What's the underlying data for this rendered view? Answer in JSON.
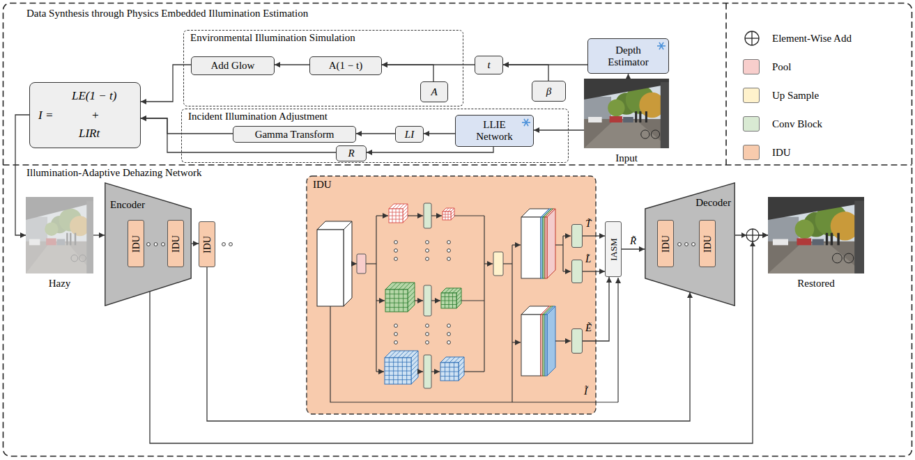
{
  "diagram": {
    "nodes": [
      {
        "text": [
          "Environmental Illumination Simulation"
        ]
      },
      {
        "text": [
          "Add Glow"
        ],
        "in": 0
      },
      {
        "text": [
          "A(1 − t)"
        ],
        "in": 0
      },
      {
        "text": [
          "A"
        ],
        "in": 0
      },
      {
        "text": [
          "t"
        ]
      },
      {
        "text": [
          "Depth Estimator"
        ]
      },
      {
        "text": [
          "β"
        ]
      },
      {
        "text": [
          "I =",
          "LE(1 − t)",
          "+",
          "LIRt"
        ]
      },
      {
        "text": [
          "Incident Illumination Adjustment"
        ]
      },
      {
        "text": [
          "Gamma Transform"
        ],
        "in": 8
      },
      {
        "text": [
          "LI"
        ],
        "in": 8
      },
      {
        "text": [
          "LLIE Network"
        ],
        "in": 8
      },
      {
        "text": [
          "R"
        ],
        "in": 8
      },
      {
        "text": [
          "Input"
        ]
      },
      {
        "text": [
          "Hazy"
        ]
      },
      {
        "text": [
          "Encoder"
        ]
      },
      {
        "text": [
          "IDU"
        ],
        "in": 15
      },
      {
        "text": [
          "IDU"
        ],
        "in": 15
      },
      {
        "text": [
          "IDU"
        ]
      },
      {
        "text": [
          "IDU"
        ]
      },
      {
        "text": [
          "T̃"
        ],
        "in": 19
      },
      {
        "text": [
          "L̃"
        ],
        "in": 19
      },
      {
        "text": [
          "Ẽ"
        ],
        "in": 19
      },
      {
        "text": [
          "IASM"
        ]
      },
      {
        "text": [
          "Decoder"
        ]
      },
      {
        "text": [
          "IDU"
        ],
        "in": 24
      },
      {
        "text": [
          "IDU"
        ],
        "in": 24
      },
      {
        "text": [
          "Restored"
        ]
      }
    ],
    "edges": [
      {
        "from": 5,
        "to": 4,
        "arrow": "to"
      },
      {
        "from": 6,
        "to": 4,
        "arrow": "to"
      },
      {
        "from": 4,
        "to": 2,
        "arrow": "to"
      },
      {
        "from": 3,
        "to": 2,
        "arrow": "to"
      },
      {
        "from": 2,
        "to": 1,
        "arrow": "to"
      },
      {
        "from": 1,
        "to": 7,
        "arrow": "to"
      },
      {
        "from": 13,
        "to": 5,
        "arrow": "to"
      },
      {
        "from": 13,
        "to": 11,
        "arrow": "to"
      },
      {
        "from": 11,
        "to": 10,
        "arrow": "to"
      },
      {
        "from": 10,
        "to": 9,
        "arrow": "to"
      },
      {
        "from": 9,
        "to": 7,
        "arrow": "to"
      },
      {
        "from": 11,
        "to": 12,
        "arrow": "to"
      },
      {
        "from": 12,
        "to": 7,
        "arrow": "to"
      },
      {
        "from": 7,
        "to": 14,
        "arrow": "to"
      },
      {
        "from": 14,
        "to": 15,
        "arrow": "to"
      },
      {
        "from": 15,
        "to": 18,
        "arrow": "to"
      },
      {
        "from": 15,
        "to": 27,
        "arrow": "to"
      },
      {
        "from": 18,
        "to": 24,
        "arrow": "to"
      },
      {
        "from": 20,
        "to": 23,
        "arrow": "to"
      },
      {
        "from": 21,
        "to": 23,
        "arrow": "to"
      },
      {
        "from": 22,
        "to": 23,
        "arrow": "to"
      },
      {
        "from": 23,
        "to": 24,
        "label": "R̃",
        "arrow": "to"
      },
      {
        "from": 24,
        "to": 27,
        "arrow": "to"
      }
    ],
    "labels": [
      "Data Synthesis through Physics Embedded Illumination Estimation",
      "Illumination-Adaptive Dehazing Network",
      "Ĩ"
    ],
    "legend": [
      {
        "text": "Element-Wise Add"
      },
      {
        "text": "Pool",
        "color": "#f8cecc"
      },
      {
        "text": "Up Sample",
        "color": "#fff2cc"
      },
      {
        "text": "Conv Block",
        "color": "#d9ead3"
      },
      {
        "text": "IDU",
        "color": "#f8cbad"
      }
    ]
  }
}
